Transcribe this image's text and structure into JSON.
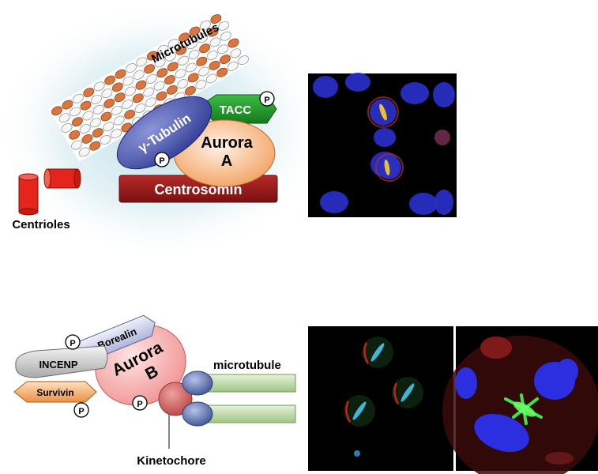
{
  "top": {
    "microtubules_label": "Microtubules",
    "tacc_label": "TACC",
    "gamma_tubulin_label": "γ-Tubulin",
    "aurora_a_line1": "Aurora",
    "aurora_a_line2": "A",
    "centrosomin_label": "Centrosomin",
    "centrioles_label": "Centrioles",
    "phospho_label": "P"
  },
  "bottom": {
    "borealin_label": "Borealin",
    "incenp_label": "INCENP",
    "survivin_label": "Survivin",
    "aurora_b_line1": "Aurora",
    "aurora_b_line2": "B",
    "microtubule_label": "microtubule",
    "kinetochore_label": "Kinetochore",
    "phospho_label": "P"
  },
  "colors": {
    "glow": "#cfe6ec",
    "mt_orange": "#d9763f",
    "mt_white": "#f4f4f4",
    "tacc_green": "#1f9a2a",
    "gamma_blue": "#3f4fae",
    "aurora_a_peach": "#f6b27a",
    "centrosomin_red": "#9a1c1c",
    "centriole_red": "#e5241b",
    "borealin_blue": "#c9d0ea",
    "incenp_gray": "#c9c9c9",
    "survivin_orange": "#f2a45a",
    "aurora_b_pink": "#f3a2a2",
    "kt_red": "#cc5d5d",
    "kt_blue": "#5b6fad",
    "mt_green": "#bcd8a6"
  }
}
